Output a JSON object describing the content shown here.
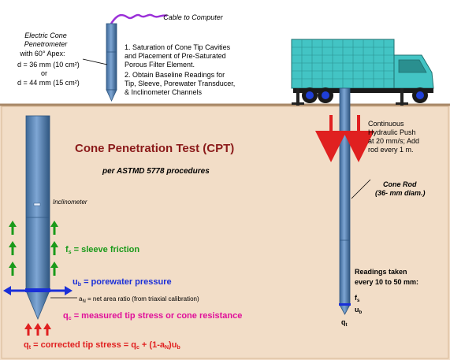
{
  "top": {
    "cable_label": "Cable to Computer",
    "penetrometer_lines": [
      "Electric Cone",
      "Penetrometer",
      "with 60° Apex:",
      "d = 36 mm (10 cm²)",
      "or",
      "d = 44 mm (15 cm²)"
    ],
    "steps": [
      "1.  Saturation of Cone Tip Cavities",
      "and Placement of Pre-Saturated",
      "Porous Filter Element.",
      "2.  Obtain Baseline Readings for",
      "Tip, Sleeve, Porewater Transducer,",
      "& Inclinometer Channels"
    ]
  },
  "main": {
    "title": "Cone Penetration Test (CPT)",
    "subtitle": "per ASTMD 5778 procedures",
    "inclinometer_label": "Inclinometer"
  },
  "cone": {
    "sleeve": {
      "sym": "f",
      "sub": "s",
      "text": " = sleeve friction"
    },
    "porewater": {
      "sym": "u",
      "sub": "b",
      "text": " = porewater pressure"
    },
    "area": {
      "sym": "a",
      "sub": "N",
      "text": " = net area ratio (from triaxial calibration)"
    },
    "tip": {
      "sym": "q",
      "sub": "c",
      "text": " = measured tip stress or cone resistance"
    },
    "corrected": {
      "sym": "q",
      "sub": "t",
      "mid": " = corrected tip stress = q",
      "sub2": "c",
      "mid2": " + (1-a",
      "sub3": "N",
      "end": ")u",
      "sub4": "b"
    }
  },
  "right": {
    "push_lines": [
      "Continuous",
      "Hydraulic Push",
      "at 20 mm/s; Add",
      "rod every 1 m."
    ],
    "rod_lines": [
      "Cone Rod",
      "(36- mm diam.)"
    ],
    "readings_lines": [
      "Readings taken",
      "every 10 to 50 mm:"
    ],
    "rod_labels": {
      "f": "f",
      "f_sub": "s",
      "u": "u",
      "u_sub": "b",
      "q": "q",
      "q_sub": "t"
    }
  },
  "colors": {
    "ground": "#f2ddc7",
    "ground_edge": "#c0a080",
    "rod": "#5b86b8",
    "title": "#8b1a1a",
    "green": "#1a9a1a",
    "blue": "#1a2fd8",
    "magenta": "#e0109a",
    "red": "#e02020",
    "truck": "#43c4c4",
    "cable": "#9b30d8"
  }
}
